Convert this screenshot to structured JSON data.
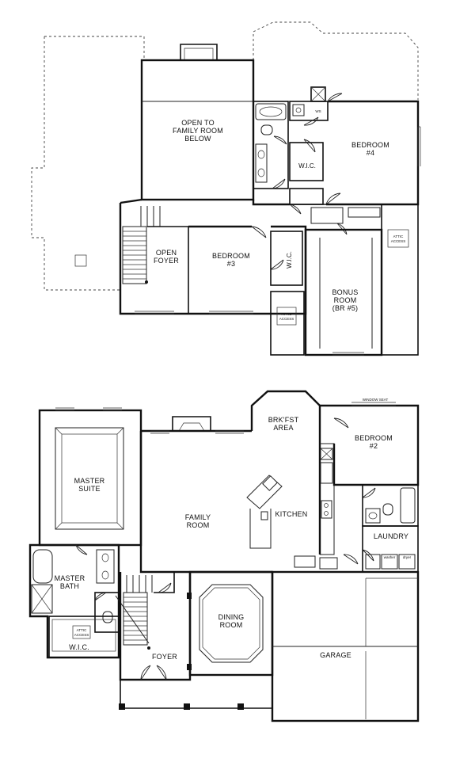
{
  "upper_floor": {
    "open_to_family": [
      "OPEN TO",
      "FAMILY ROOM",
      "BELOW"
    ],
    "bedroom4": [
      "BEDROOM",
      "#4"
    ],
    "wic": "W.I.C.",
    "open_foyer": [
      "OPEN",
      "FOYER"
    ],
    "bedroom3": [
      "BEDROOM",
      "#3"
    ],
    "wic_vertical": "W.I.C.",
    "bonus_room": [
      "BONUS",
      "ROOM",
      "(BR #5)"
    ],
    "attic_access_1": [
      "ATTIC",
      "ACCESS"
    ],
    "attic_access_2": [
      "ATTIC",
      "ACCESS"
    ],
    "ws_label": "WS"
  },
  "main_floor": {
    "window_seat": "WINDOW SEAT",
    "brkfst_area": [
      "BRK'FST",
      "AREA"
    ],
    "bedroom2": [
      "BEDROOM",
      "#2"
    ],
    "master_suite": [
      "MASTER",
      "SUITE"
    ],
    "family_room": [
      "FAMILY",
      "ROOM"
    ],
    "kitchen": "KITCHEN",
    "laundry": "LAUNDRY",
    "washer": "washer",
    "dryer": "dryer",
    "master_bath": [
      "MASTER",
      "BATH"
    ],
    "dining_room": [
      "DINING",
      "ROOM"
    ],
    "attic_access": [
      "ATTIC",
      "ACCESS"
    ],
    "wic": "W.I.C.",
    "foyer": "FOYER",
    "garage": "GARAGE"
  }
}
